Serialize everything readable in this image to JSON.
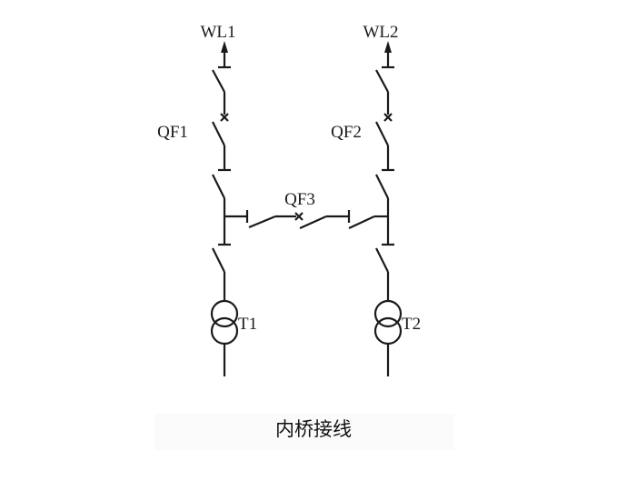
{
  "title": "内桥接线",
  "labels": {
    "line1": "WL1",
    "line2": "WL2",
    "breaker1": "QF1",
    "breaker2": "QF2",
    "bridge_breaker": "QF3",
    "transformer1": "T1",
    "transformer2": "T2"
  },
  "colors": {
    "ink": "#1a1a1a",
    "background": "#ffffff"
  }
}
